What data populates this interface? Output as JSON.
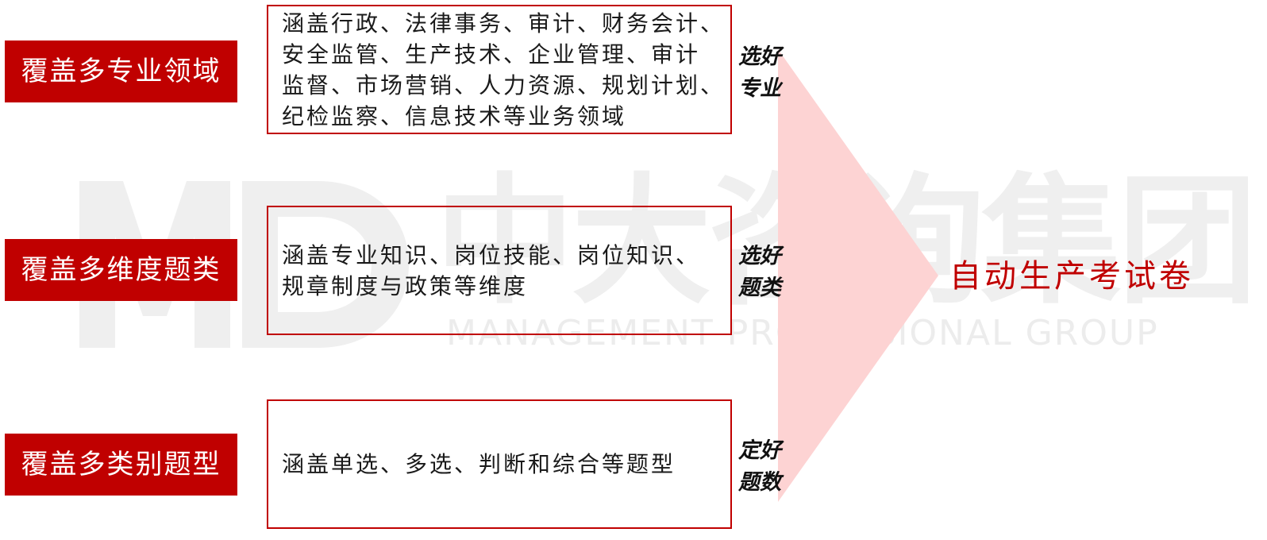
{
  "watermark": {
    "chinese": "中大咨询集团",
    "english": "MANAGEMENT PROFESSIONAL GROUP"
  },
  "rows": [
    {
      "label": "覆盖多专业领域",
      "description": "涵盖行政、法律事务、审计、财务会计、\n安全监管、生产技术、企业管理、审计\n监督、市场营销、人力资源、规划计划、\n纪检监察、信息技术等业务领域",
      "tag": "选好\n专业"
    },
    {
      "label": "覆盖多维度题类",
      "description": "涵盖专业知识、岗位技能、岗位知识、\n规章制度与政策等维度",
      "tag": "选好\n题类"
    },
    {
      "label": "覆盖多类别题型",
      "description": "涵盖单选、多选、判断和综合等题型",
      "tag": "定好\n题数"
    }
  ],
  "result": "自动生产考试卷",
  "colors": {
    "accent": "#c00000",
    "arrow": "#fdd3d3",
    "watermark": "#efefef"
  }
}
